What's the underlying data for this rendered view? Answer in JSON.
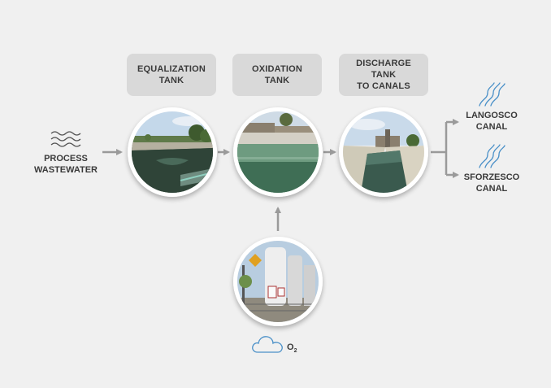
{
  "source": {
    "label": "PROCESS\nWASTEWATER",
    "icon": "wastewater-waves-icon"
  },
  "stages": [
    {
      "label": "EQUALIZATION\nTANK",
      "photo": "equalization-tank-photo"
    },
    {
      "label": "OXIDATION\nTANK",
      "photo": "oxidation-tank-photo"
    },
    {
      "label": "DISCHARGE\nTANK\nTO CANALS",
      "photo": "discharge-tank-photo"
    }
  ],
  "outputs": [
    {
      "label": "LANGOSCO\nCANAL",
      "icon": "river-icon"
    },
    {
      "label": "SFORZESCO\nCANAL",
      "icon": "river-icon"
    }
  ],
  "oxygen": {
    "label": "O",
    "subscript": "2",
    "icon": "cloud-icon",
    "photo": "oxygen-tank-photo"
  },
  "colors": {
    "accent_blue": "#4a90c8",
    "arrow_gray": "#9a9a9a",
    "box_gray": "#d9d9d9"
  }
}
